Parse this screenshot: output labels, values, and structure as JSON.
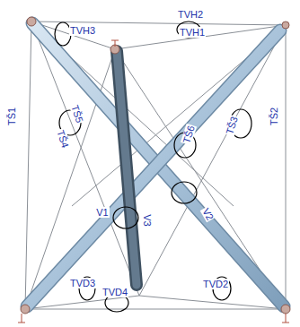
{
  "diagram": {
    "labels": [
      "TVH3",
      "TVH2",
      "TVH1",
      "TŠ1",
      "TŠ5",
      "TŠ4",
      "TŠ6",
      "TŠ3",
      "TŠ2",
      "V1",
      "V3",
      "V2",
      "TVD3",
      "TVD4",
      "TVD2"
    ]
  }
}
